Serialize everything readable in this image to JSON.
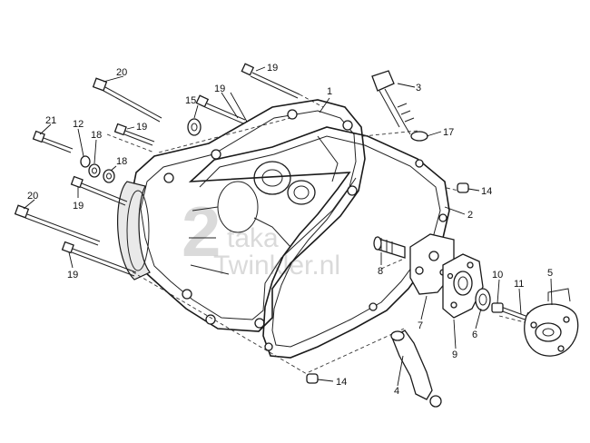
{
  "watermark": {
    "numeral": "2",
    "line1": "taka",
    "line2": "Twinkler.nl"
  },
  "labels": {
    "p1": "1",
    "p2": "2",
    "p3": "3",
    "p4": "4",
    "p5": "5",
    "p6": "6",
    "p7": "7",
    "p8": "8",
    "p9": "9",
    "p10": "10",
    "p11": "11",
    "p12": "12",
    "p14a": "14",
    "p14b": "14",
    "p15": "15",
    "p17": "17",
    "p18a": "18",
    "p18b": "18",
    "p19a": "19",
    "p19b": "19",
    "p19c": "19",
    "p19d": "19",
    "p19e": "19",
    "p20a": "20",
    "p20b": "20",
    "p21": "21"
  }
}
